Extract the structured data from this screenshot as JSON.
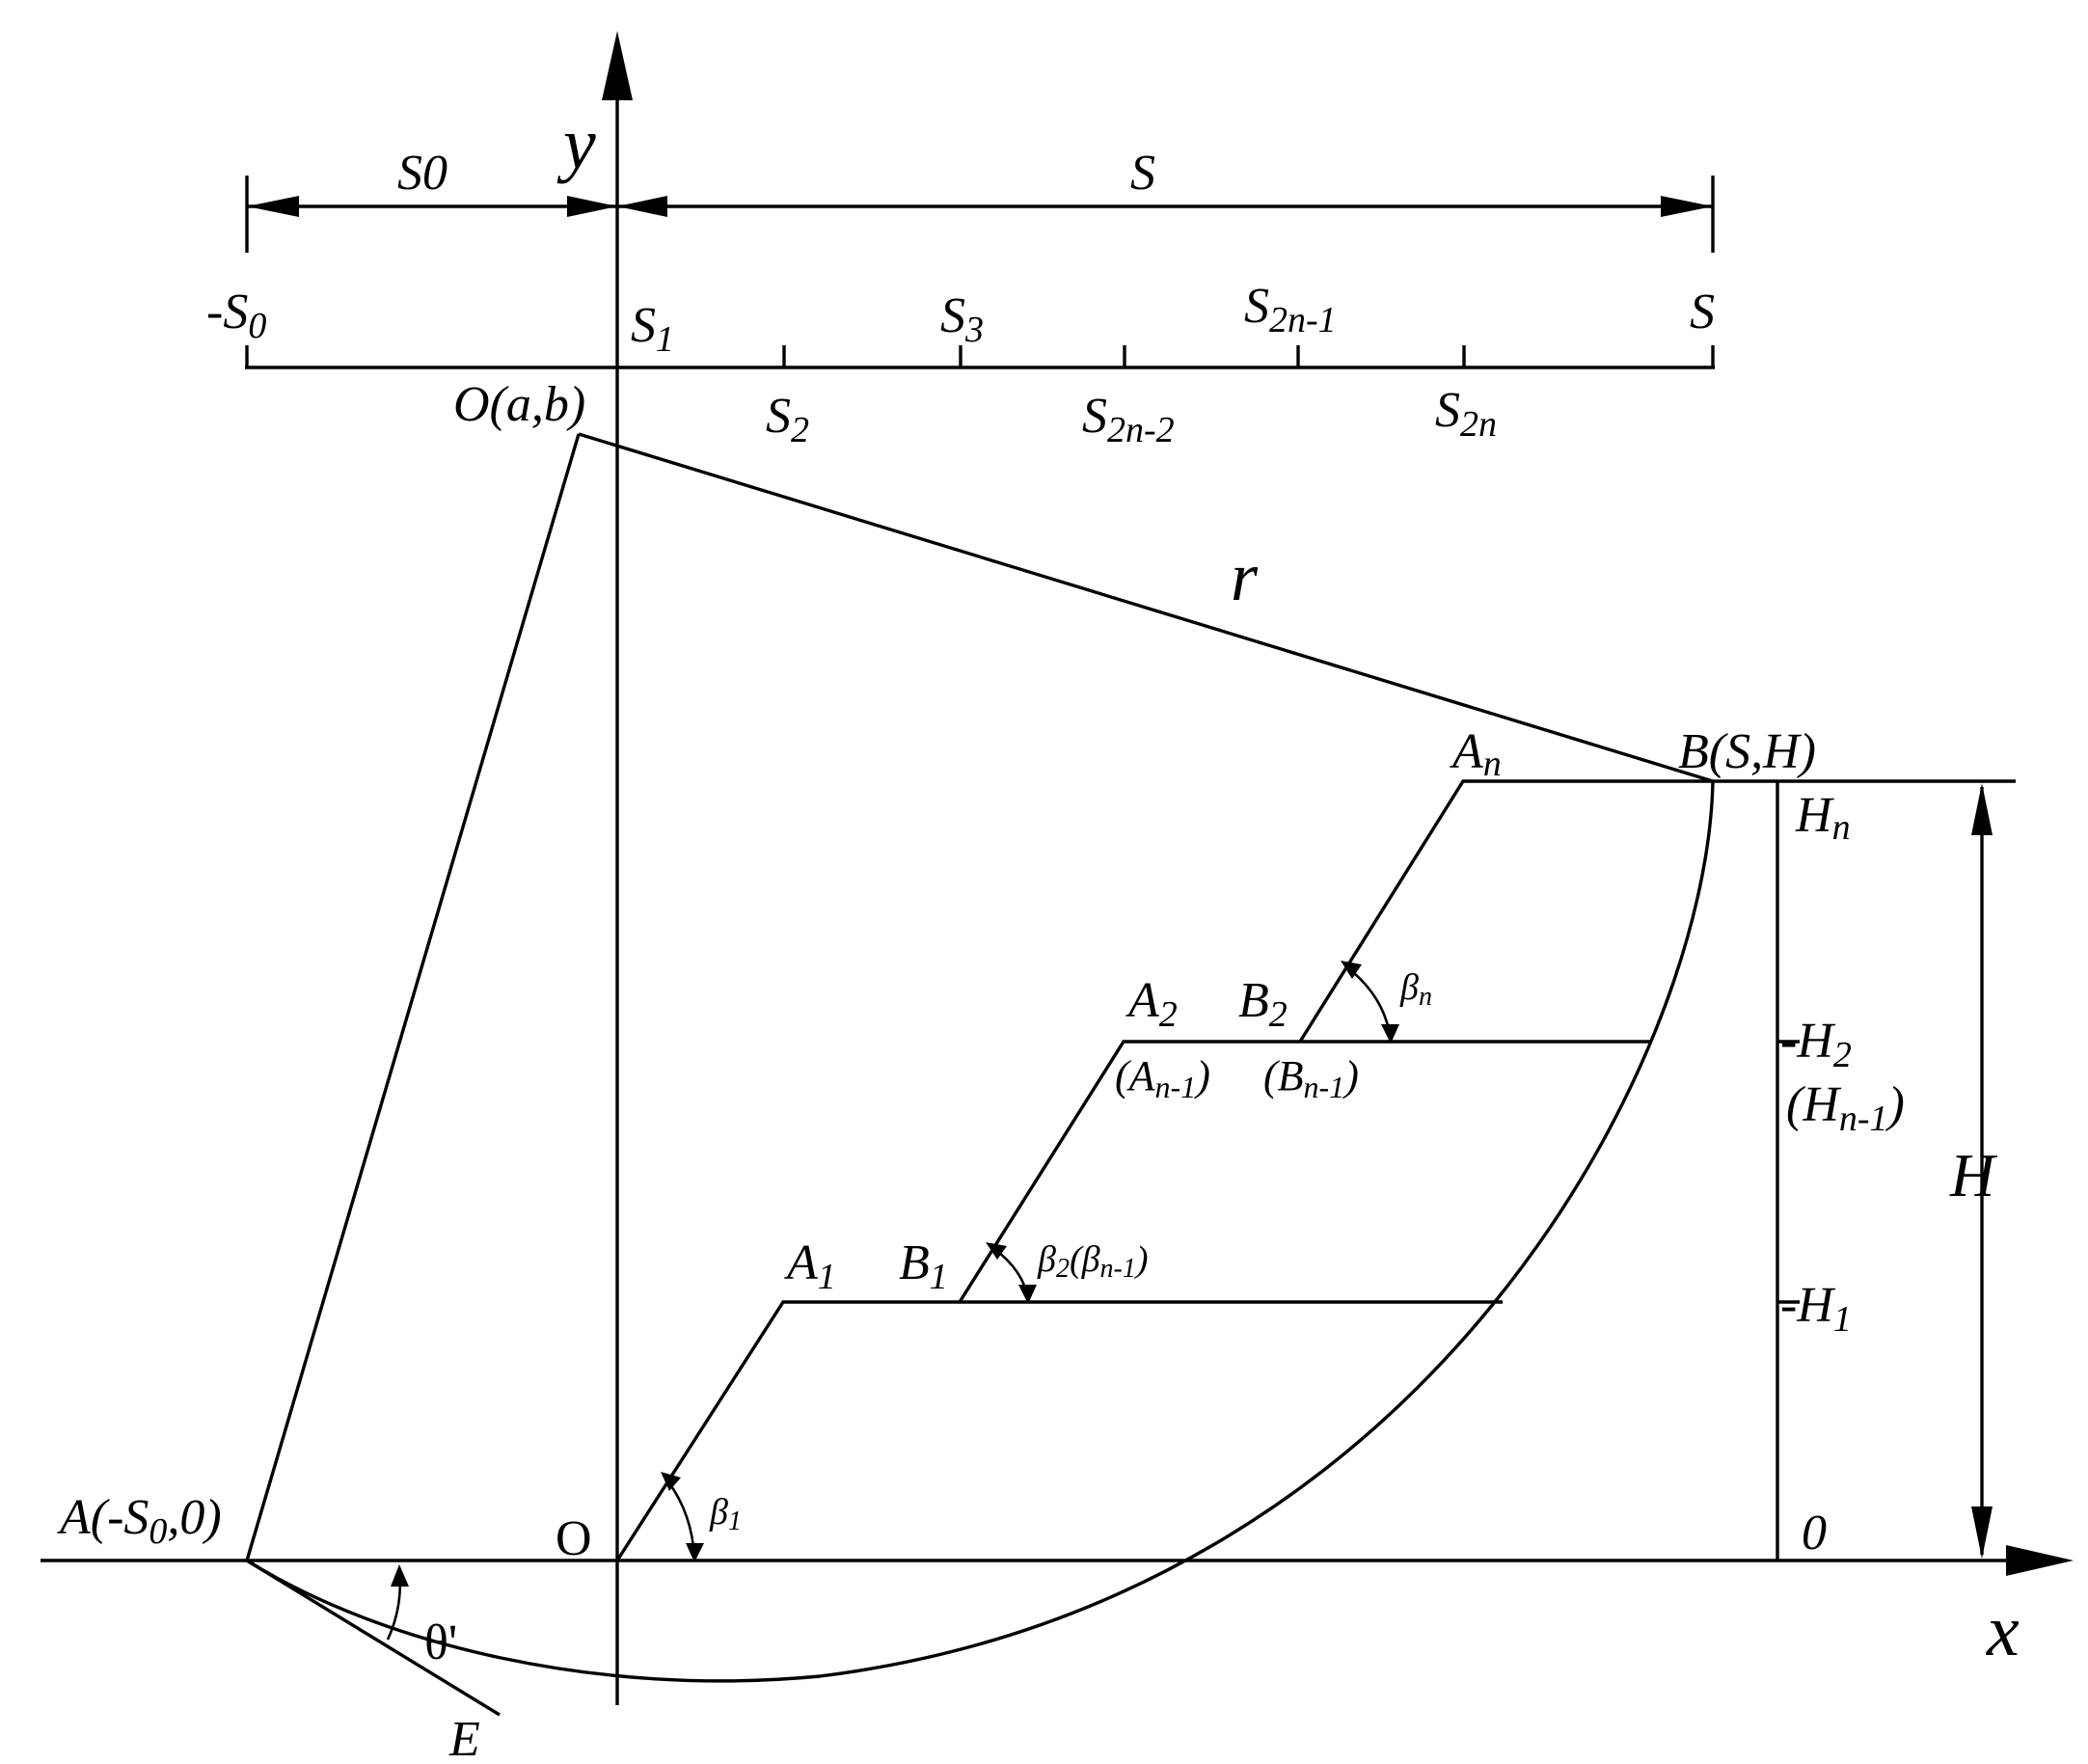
{
  "labels": {
    "y_axis": "y",
    "x_axis": "x",
    "dim_s0": "S0",
    "dim_s": "S",
    "tick_neg_s0": "-S",
    "tick_neg_s0_sub": "0",
    "tick_s1": "S",
    "tick_s1_sub": "1",
    "tick_s3": "S",
    "tick_s3_sub": "3",
    "tick_s2n1": "S",
    "tick_s2n1_sub": "2n-1",
    "tick_s_end": "S",
    "tick_s2": "S",
    "tick_s2_sub": "2",
    "tick_s2n2": "S",
    "tick_s2n2_sub": "2n-2",
    "tick_s2n": "S",
    "tick_s2n_sub": "2n",
    "center_point": "O(a,b)",
    "radius": "r",
    "point_b": "B(S,H)",
    "an": "A",
    "an_sub": "n",
    "a2": "A",
    "a2_sub": "2",
    "b2": "B",
    "b2_sub": "2",
    "an1": "(A",
    "an1_sub": "n-1",
    "an1_close": ")",
    "bn1": "(B",
    "bn1_sub": "n-1",
    "bn1_close": ")",
    "a1": "A",
    "a1_sub": "1",
    "b1": "B",
    "b1_sub": "1",
    "beta_n": "β",
    "beta_n_sub": "n",
    "beta_2": "β",
    "beta_2_sub": "2",
    "beta_2_paren": "(β",
    "beta_2_paren_sub": "n-1",
    "beta_2_paren_close": ")",
    "beta_1": "β",
    "beta_1_sub": "1",
    "hn": "H",
    "hn_sub": "n",
    "h2": "-H",
    "h2_sub": "2",
    "hn1": "(H",
    "hn1_sub": "n-1",
    "hn1_close": ")",
    "h1": "-H",
    "h1_sub": "1",
    "h_zero": "0",
    "h_total": "H",
    "origin": "O",
    "point_a": "A(-S",
    "point_a_sub": "0",
    "point_a_close": ",0)",
    "theta": "θ'",
    "point_e": "E"
  }
}
